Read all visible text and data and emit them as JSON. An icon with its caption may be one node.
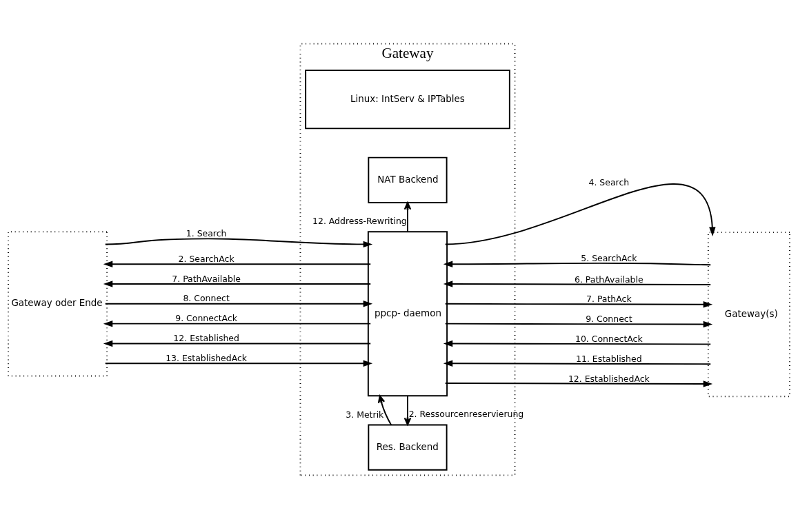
{
  "diagram": {
    "nodes": [
      {
        "text": [
          "Gateway"
        ]
      },
      {
        "text": [
          "Gateway oder Ende"
        ]
      },
      {
        "text": [
          "ppcp- daemon"
        ],
        "in": 0
      },
      {
        "text": [
          "Gateway(s)"
        ]
      },
      {
        "text": [
          "Res. Backend"
        ],
        "in": 0
      },
      {
        "text": [
          "NAT Backend"
        ],
        "in": 0
      },
      {
        "text": [
          "Linux: IntServ & IPTables"
        ],
        "in": 0
      }
    ],
    "edges": [
      {
        "from": 1,
        "to": 2,
        "arrow": "to",
        "label": "1. Search"
      },
      {
        "from": 2,
        "to": 1,
        "arrow": "to",
        "label": "2. SearchAck"
      },
      {
        "from": 2,
        "to": 1,
        "arrow": "to",
        "label": "7. PathAvailable"
      },
      {
        "from": 1,
        "to": 2,
        "arrow": "to",
        "label": "8. Connect"
      },
      {
        "from": 2,
        "to": 1,
        "arrow": "to",
        "label": "9. ConnectAck"
      },
      {
        "from": 2,
        "to": 1,
        "arrow": "to",
        "label": "12. Established"
      },
      {
        "from": 1,
        "to": 2,
        "arrow": "to",
        "label": "13. EstablishedAck"
      },
      {
        "from": 2,
        "to": 3,
        "arrow": "to",
        "label": "4. Search"
      },
      {
        "from": 3,
        "to": 2,
        "arrow": "to",
        "label": "5. SearchAck"
      },
      {
        "from": 3,
        "to": 2,
        "arrow": "to",
        "label": "6. PathAvailable"
      },
      {
        "from": 2,
        "to": 3,
        "arrow": "to",
        "label": "7. PathAck"
      },
      {
        "from": 2,
        "to": 3,
        "arrow": "to",
        "label": "9. Connect"
      },
      {
        "from": 3,
        "to": 2,
        "arrow": "to",
        "label": "10. ConnectAck"
      },
      {
        "from": 3,
        "to": 2,
        "arrow": "to",
        "label": "11. Established"
      },
      {
        "from": 2,
        "to": 3,
        "arrow": "to",
        "label": "12. EstablishedAck"
      },
      {
        "from": 2,
        "to": 4,
        "arrow": "to",
        "label": "2. Ressourcenreservierung"
      },
      {
        "from": 4,
        "to": 2,
        "arrow": "to",
        "label": "3. Metrik"
      },
      {
        "from": 2,
        "to": 5,
        "arrow": "to",
        "label": "12. Address-Rewriting"
      }
    ]
  }
}
